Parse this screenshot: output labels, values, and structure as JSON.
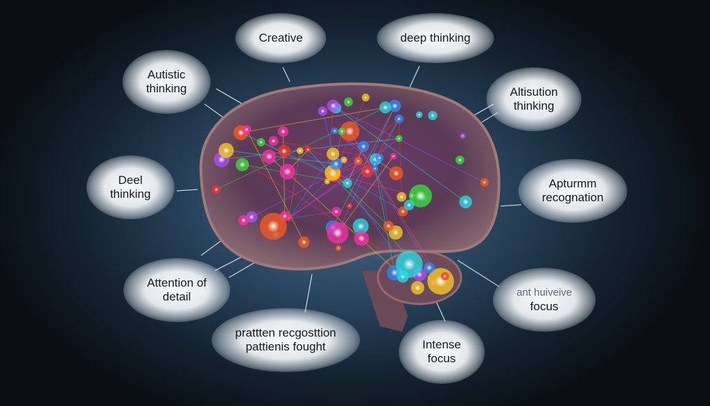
{
  "labels": {
    "creative": {
      "line1": "Creative"
    },
    "deep_thinking": {
      "line1": "deep thinking"
    },
    "autistic_thinking": {
      "line1": "Autistic",
      "line2": "thinking"
    },
    "altisution_thinking": {
      "line1": "Altisution",
      "line2": "thinking"
    },
    "deel_thinking": {
      "line1": "Deel",
      "line2": "thinking"
    },
    "apturmm_recognation": {
      "line1": "Apturmm",
      "line2": "recognation"
    },
    "attention_of_detail": {
      "line1": "Attention of",
      "line2": "detail"
    },
    "ant_huiveive_focus": {
      "line1": "ant huiveive",
      "line2": "focus"
    },
    "pattern_recognition": {
      "line1": "prattten recgosttion",
      "line2": "pattienis fought"
    },
    "intense_focus": {
      "line1": "Intense",
      "line2": "focus"
    }
  },
  "palette": [
    "#ff5a1f",
    "#39e639",
    "#2f8bff",
    "#ff2fa8",
    "#b04dff",
    "#ffd21f",
    "#25e0e8",
    "#ff3030"
  ]
}
